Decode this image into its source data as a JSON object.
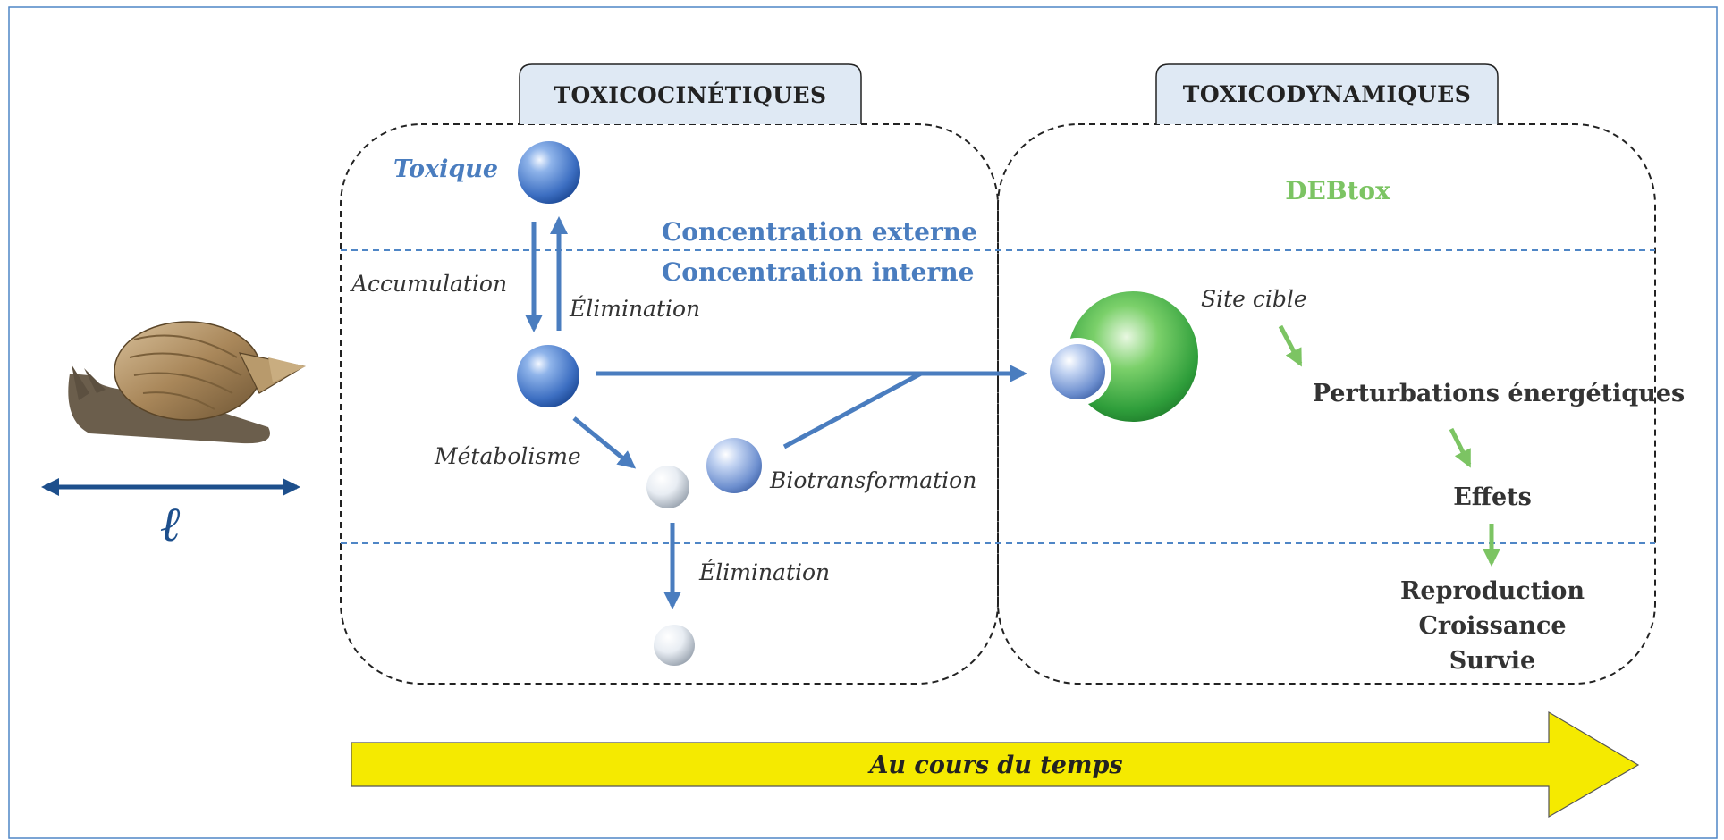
{
  "panels": {
    "left_title": "TOXICOCINÉTIQUES",
    "right_title": "TOXICODYNAMIQUES"
  },
  "kinetics": {
    "toxique": "Toxique",
    "external": "Concentration externe",
    "internal": "Concentration interne",
    "accumulation": "Accumulation",
    "elimination_up": "Élimination",
    "metabolism": "Métabolisme",
    "biotransformation": "Biotransformation",
    "elimination_down": "Élimination"
  },
  "dynamics": {
    "model": "DEBtox",
    "target_site": "Site cible",
    "energy": "Perturbations énergétiques",
    "effects": "Effets",
    "outcomes": [
      "Reproduction",
      "Croissance",
      "Survie"
    ]
  },
  "organism": {
    "size_symbol": "ℓ"
  },
  "timeline": {
    "label": "Au cours du temps"
  },
  "colors": {
    "frame": "#4f86c6",
    "arrow_blue": "#4a7dbf",
    "dark_blue": "#1d4f8c",
    "green": "#7cc463",
    "yellow": "#f5ea00",
    "title_tab": "#dfe9f4"
  },
  "icons": {
    "organism": "snail-illustration",
    "molecule": "sphere-icon",
    "target": "green-sphere-icon"
  }
}
